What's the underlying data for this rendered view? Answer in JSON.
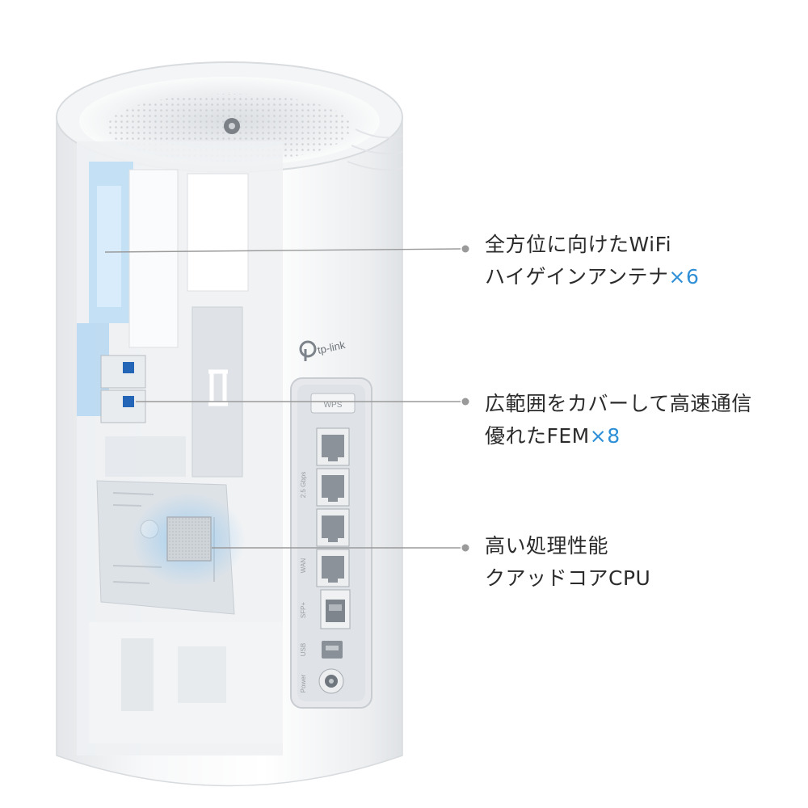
{
  "brand": {
    "logo_text": "tp-link"
  },
  "port_panel": {
    "wps_label": "WPS",
    "speed_label": "2.5 Gbps",
    "wan_label": "WAN",
    "sfp_label": "SFP+",
    "usb_label": "USB",
    "power_label": "Power"
  },
  "callouts": [
    {
      "line1": "全方位に向けたWiFi",
      "line2": "ハイゲインアンテナ",
      "accent": "×6"
    },
    {
      "line1": "広範囲をカバーして高速通信",
      "line2": "優れたFEM",
      "accent": "×8"
    },
    {
      "line1": "高い処理性能",
      "line2": "クアッドコアCPU",
      "accent": ""
    }
  ],
  "colors": {
    "accent": "#2e8fd6",
    "text": "#2b2b2b",
    "leader": "#9a9a9a"
  }
}
